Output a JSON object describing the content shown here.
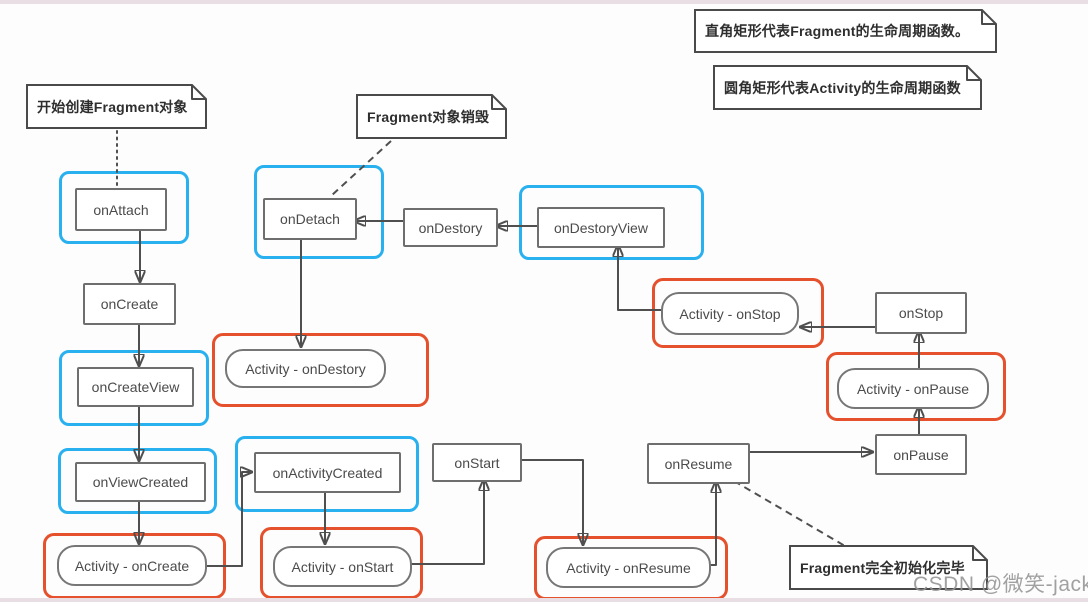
{
  "colors": {
    "fragment_highlight": "#29b1ef",
    "activity_highlight": "#e5512d",
    "connector": "#4f4f4f",
    "box_border": "#6e6e6e"
  },
  "notes": {
    "legend_rect": "直角矩形代表Fragment的生命周期函数。",
    "legend_rounded": "圆角矩形代表Activity的生命周期函数",
    "start_create": "开始创建Fragment对象",
    "fragment_destroy": "Fragment对象销毁",
    "init_done": "Fragment完全初始化完毕"
  },
  "nodes": {
    "onAttach": "onAttach",
    "onCreate": "onCreate",
    "onCreateView": "onCreateView",
    "onViewCreated": "onViewCreated",
    "onActivityCreated": "onActivityCreated",
    "onStart": "onStart",
    "onResume": "onResume",
    "onPause": "onPause",
    "onStop": "onStop",
    "onDestoryView": "onDestoryView",
    "onDestory": "onDestory",
    "onDetach": "onDetach",
    "activity_onCreate": "Activity - onCreate",
    "activity_onStart": "Activity - onStart",
    "activity_onResume": "Activity - onResume",
    "activity_onPause": "Activity - onPause",
    "activity_onStop": "Activity - onStop",
    "activity_onDestory": "Activity - onDestory"
  },
  "watermark": "CSDN @微笑-jack"
}
